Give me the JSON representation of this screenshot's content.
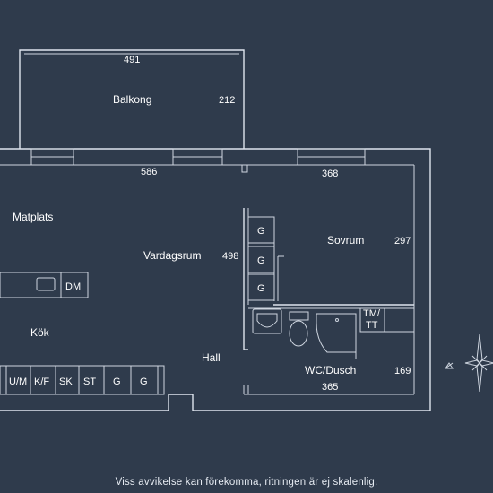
{
  "rooms": {
    "balkong": "Balkong",
    "matplats": "Matplats",
    "vardagsrum": "Vardagsrum",
    "sovrum": "Sovrum",
    "kok": "Kök",
    "hall": "Hall",
    "wc_dusch": "WC/Dusch"
  },
  "dimensions": {
    "balkong_width": "491",
    "balkong_depth": "212",
    "vardagsrum_width": "586",
    "vardagsrum_depth": "498",
    "sovrum_width": "368",
    "sovrum_depth": "297",
    "wc_width": "365",
    "wc_depth": "169"
  },
  "appliances": {
    "dm": "DM",
    "um": "U/M",
    "kf": "K/F",
    "sk": "SK",
    "st": "ST",
    "g1": "G",
    "g2": "G",
    "wardrobe1": "G",
    "wardrobe2": "G",
    "wardrobe3": "G",
    "tm": "TM/",
    "tt": "TT"
  },
  "footer": "Viss avvikelse kan förekomma, ritningen är ej skalenlig."
}
